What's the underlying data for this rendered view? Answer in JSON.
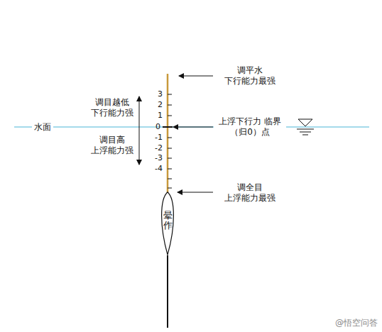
{
  "diagram": {
    "nodes": [
      {
        "text": [
          "晕作"
        ]
      }
    ],
    "labels": [
      "调平水 下行能力最强",
      "调目越低 下行能力强",
      "调目高 上浮能力强",
      "水面",
      "上浮下行力 临界（归0）点",
      "调全目 上浮能力最强",
      "3",
      "2",
      "1",
      "0",
      "-1",
      "-2",
      "-3",
      "-4",
      "@悟空问答"
    ]
  }
}
